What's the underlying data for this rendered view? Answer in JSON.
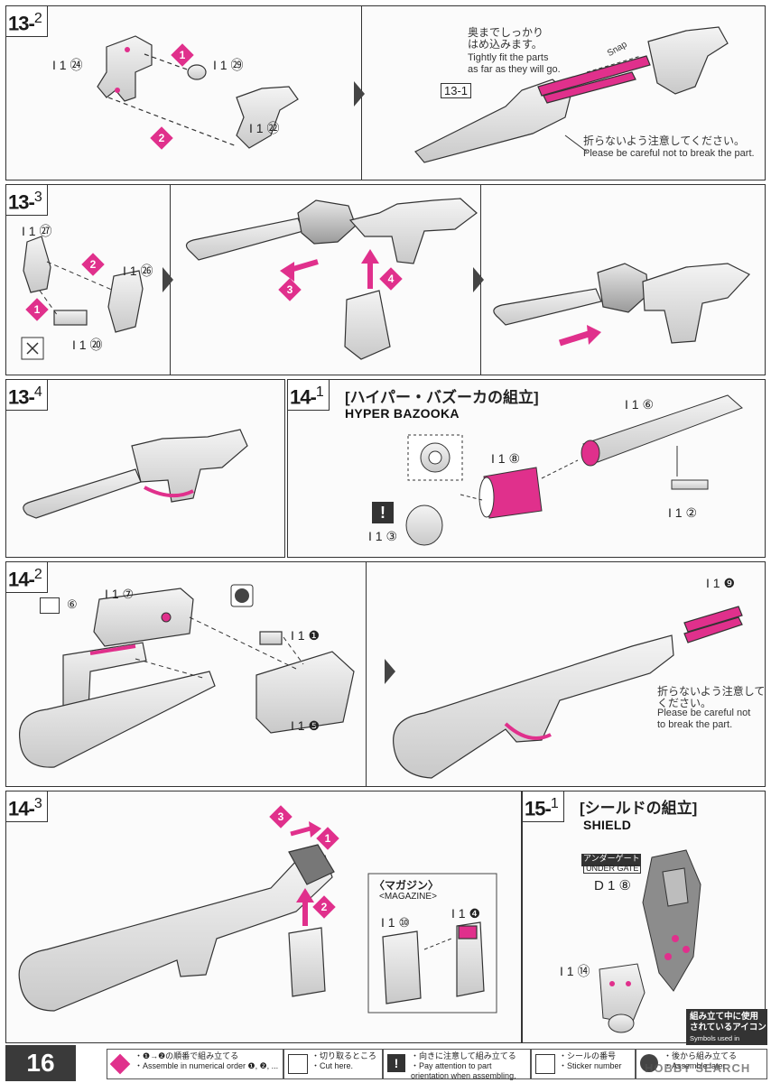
{
  "page_number": "16",
  "steps": {
    "s13_2": {
      "num": "13",
      "sub": "2",
      "parts": [
        "I 1 ㉔",
        "I 1 ㉙",
        "I 1 ㉒"
      ],
      "note_jp": "奥までしっかり\nはめ込みます。",
      "note_en": "Tightly fit the parts\nas far as they will go.",
      "ref_step": "13-1",
      "snap_label": "Snap",
      "careful_jp": "折らないよう注意してください。",
      "careful_en": "Please be careful not to break the part."
    },
    "s13_3": {
      "num": "13",
      "sub": "3",
      "parts": [
        "I 1 ㉗",
        "I 1 ㉖",
        "I 1 ⑳"
      ]
    },
    "s13_4": {
      "num": "13",
      "sub": "4"
    },
    "s14_1": {
      "num": "14",
      "sub": "1",
      "title_jp": "[ハイパー・バズーカの組立]",
      "title_en": "HYPER BAZOOKA",
      "parts": [
        "I 1 ⑥",
        "I 1 ⑧",
        "I 1 ③",
        "I 1 ②"
      ]
    },
    "s14_2": {
      "num": "14",
      "sub": "2",
      "parts": [
        "I 1 ⑦",
        "I 1 ❶",
        "I 1 ❺",
        "I 1 ❾"
      ],
      "sticker": "⑥",
      "careful_jp": "折らないよう注意して\nください。",
      "careful_en": "Please be careful not\nto break the part."
    },
    "s14_3": {
      "num": "14",
      "sub": "3",
      "magazine_jp": "〈マガジン〉",
      "magazine_en": "<MAGAZINE>",
      "parts": [
        "I 1 ❹",
        "I 1 ⑩"
      ]
    },
    "s15_1": {
      "num": "15",
      "sub": "1",
      "title_jp": "[シールドの組立]",
      "title_en": "SHIELD",
      "under_gate_jp": "アンダーゲート",
      "under_gate_en": "UNDER GATE",
      "parts": [
        "D 1 ⑧",
        "I 1 ⑭"
      ]
    }
  },
  "legend": [
    {
      "icon": "order-badge-icon",
      "jp": "・❶→❷の順番で組み立てる",
      "en": "・Assemble in numerical order ❶, ❷, ..."
    },
    {
      "icon": "nipper-cut-icon",
      "jp": "・切り取るところ",
      "en": "・Cut here."
    },
    {
      "icon": "attention-icon",
      "jp": "・向きに注意して組み立てる",
      "en": "・Pay attention to part orientation when assembling."
    },
    {
      "icon": "sticker-icon",
      "jp": "・シールの番号",
      "en": "・Sticker number"
    },
    {
      "icon": "back-assemble-icon",
      "jp": "・後から組み立てる",
      "en": "・Assemble later"
    }
  ],
  "symbols_box": {
    "jp": "組み立て中に使用\nされているアイコン",
    "en": "Symbols used in instructions"
  },
  "watermark": "HOBBY SEARCH",
  "colors": {
    "accent": "#e0308c",
    "ink": "#333333"
  }
}
